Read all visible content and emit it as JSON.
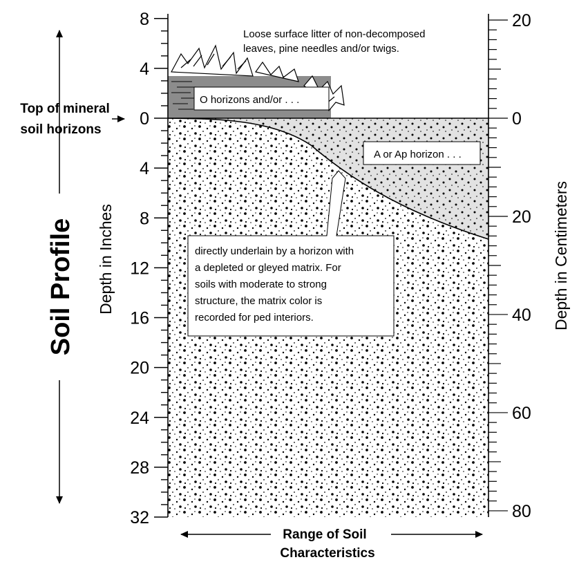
{
  "title": "Soil Profile",
  "left_axis": {
    "label": "Depth in Inches",
    "ticks": [
      "8",
      "4",
      "0",
      "4",
      "8",
      "12",
      "16",
      "20",
      "24",
      "28",
      "32"
    ]
  },
  "right_axis": {
    "label": "Depth in Centimeters",
    "ticks": [
      "20",
      "0",
      "20",
      "40",
      "60",
      "80"
    ]
  },
  "top_marker": {
    "line1": "Top of mineral",
    "line2": "soil horizons"
  },
  "bottom_label": {
    "line1": "Range of Soil",
    "line2": "Characteristics"
  },
  "litter_note": {
    "line1": "Loose surface litter of non-decomposed",
    "line2": "leaves, pine needles and/or twigs."
  },
  "o_horizon_label": "O horizons and/or . . .",
  "a_horizon_label": "A or Ap horizon . . .",
  "underlain_note": {
    "lines": [
      "directly underlain by a horizon with",
      "a depleted or gleyed matrix. For",
      "soils with moderate to strong",
      "structure, the matrix color is",
      "recorded for ped interiors."
    ]
  },
  "colors": {
    "o_horizon": "#8c8c8c",
    "a_horizon": "#e2e2e2",
    "stipple": "#000000",
    "background": "#ffffff"
  }
}
